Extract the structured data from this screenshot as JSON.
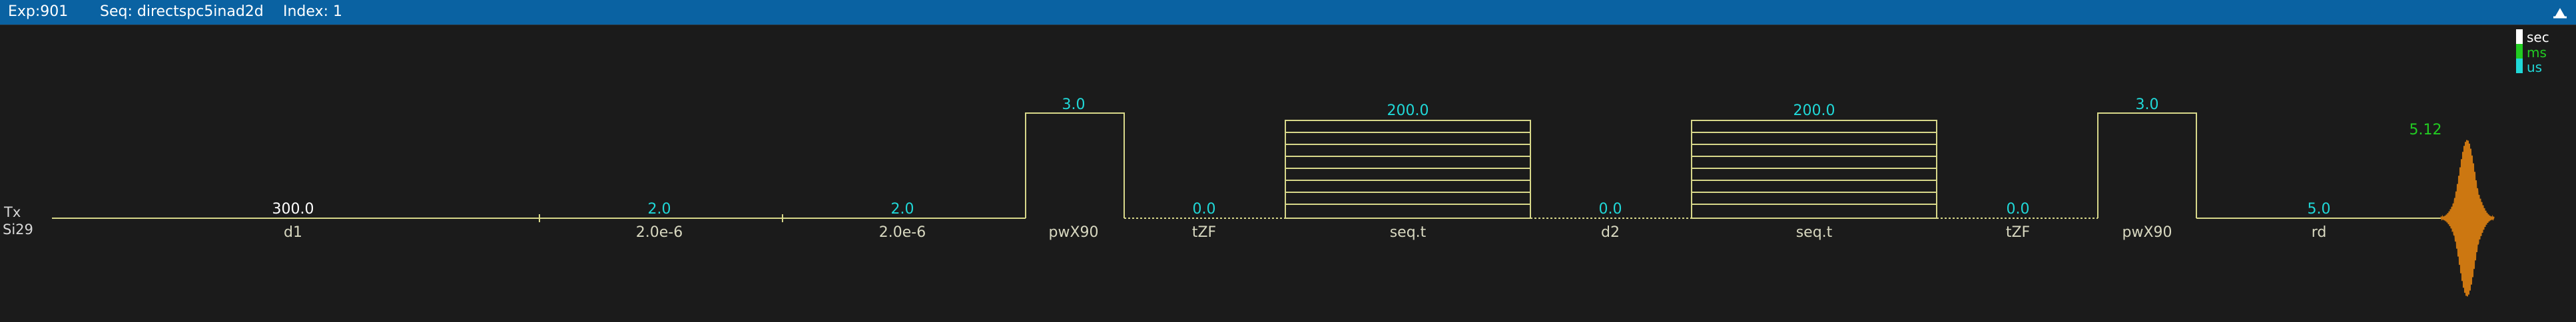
{
  "header": {
    "exp": "Exp:901",
    "seq": "Seq: directspc5inad2d",
    "index": "Index: 1"
  },
  "legend": {
    "units": [
      "sec",
      "ms",
      "us"
    ]
  },
  "channel": {
    "tx": "Tx",
    "nucleus": "Si29"
  },
  "events": [
    {
      "name": "d1",
      "value": "300.0",
      "kind": "delay"
    },
    {
      "name": "2.0e-6",
      "value": "2.0",
      "kind": "delay"
    },
    {
      "name": "2.0e-6",
      "value": "2.0",
      "kind": "delay"
    },
    {
      "name": "pwX90",
      "value": "3.0",
      "kind": "pulse"
    },
    {
      "name": "tZF",
      "value": "0.0",
      "kind": "delay"
    },
    {
      "name": "seq.t",
      "value": "200.0",
      "kind": "block"
    },
    {
      "name": "d2",
      "value": "0.0",
      "kind": "delay"
    },
    {
      "name": "seq.t",
      "value": "200.0",
      "kind": "block"
    },
    {
      "name": "tZF",
      "value": "0.0",
      "kind": "delay"
    },
    {
      "name": "pwX90",
      "value": "3.0",
      "kind": "pulse"
    },
    {
      "name": "rd",
      "value": "5.0",
      "kind": "delay"
    }
  ],
  "acquisition": {
    "value": "5.12"
  },
  "colors": {
    "titlebar": "#0a62a2",
    "background": "#1b1b1b",
    "trace": "#d8d88a",
    "value_us": "#20d8d8",
    "value_ms": "#22cc22",
    "value_sec": "#ffffff",
    "fid": "#cc7711"
  },
  "icons": {
    "close": "close-icon"
  }
}
